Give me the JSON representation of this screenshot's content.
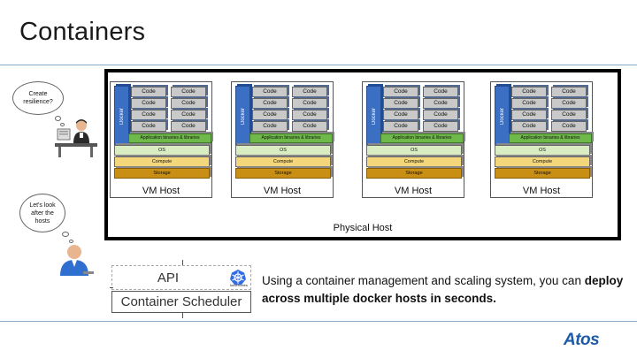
{
  "title": "Containers",
  "bubbles": {
    "top": "Create resilience?",
    "bottom": "Let's look after the hosts"
  },
  "physical_host": {
    "label": "Physical Host"
  },
  "vm_hosts": [
    {
      "label": "VM Host",
      "docker": "Docker",
      "code_left": [
        "Code",
        "Code",
        "Code",
        "Code"
      ],
      "code_right": [
        "Code",
        "Code",
        "Code",
        "Code"
      ],
      "apps": "Application binaries & libraries",
      "os": "OS",
      "compute": "Compute",
      "storage": "Storage"
    },
    {
      "label": "VM Host",
      "docker": "Docker",
      "code_left": [
        "Code",
        "Code",
        "Code",
        "Code"
      ],
      "code_right": [
        "Code",
        "Code",
        "Code",
        "Code"
      ],
      "apps": "Application binaries & libraries",
      "os": "OS",
      "compute": "Compute",
      "storage": "Storage"
    },
    {
      "label": "VM Host",
      "docker": "Docker",
      "code_left": [
        "Code",
        "Code",
        "Code",
        "Code"
      ],
      "code_right": [
        "Code",
        "Code",
        "Code",
        "Code"
      ],
      "apps": "Application binaries & libraries",
      "os": "OS",
      "compute": "Compute",
      "storage": "Storage"
    },
    {
      "label": "VM Host",
      "docker": "Docker",
      "code_left": [
        "Code",
        "Code",
        "Code",
        "Code"
      ],
      "code_right": [
        "Code",
        "Code",
        "Code",
        "Code"
      ],
      "apps": "Application binaries & libraries",
      "os": "OS",
      "compute": "Compute",
      "storage": "Storage"
    }
  ],
  "api": {
    "label": "API",
    "k8s_label": "kubernetes"
  },
  "scheduler": {
    "label": "Container Scheduler"
  },
  "description": {
    "plain": "Using a container management and scaling system, you can ",
    "bold": "deploy across multiple docker hosts in seconds."
  },
  "logo": "Atos",
  "colors": {
    "docker": "#3b6fc4",
    "apps_layer": "#6fb84a",
    "os_layer": "#d9ecc2",
    "compute_layer": "#f4d77a",
    "storage_layer": "#c98e14",
    "code_box": "#c9c9c9",
    "brand": "#1f5aa6"
  }
}
